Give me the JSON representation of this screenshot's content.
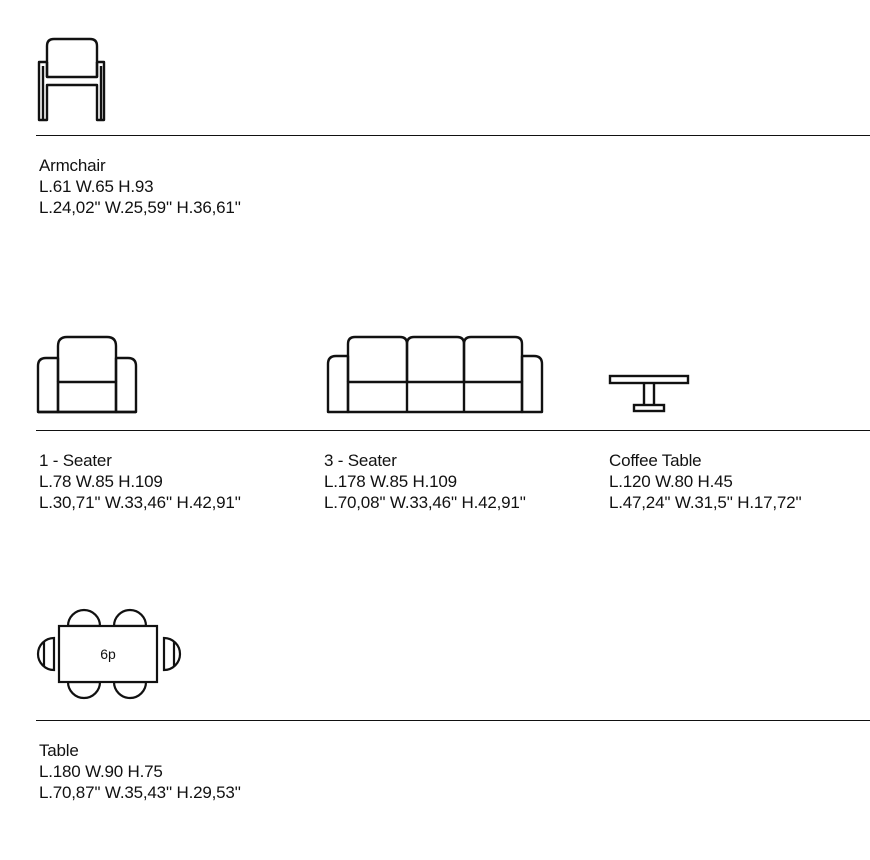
{
  "products": [
    {
      "id": "armchair",
      "icon": "armchair-icon",
      "name": "Armchair",
      "metric": "L.61 W.65 H.93",
      "imperial": "L.24,02'' W.25,59'' H.36,61''"
    },
    {
      "id": "one-seater",
      "icon": "one-seater-sofa-icon",
      "name": "1 - Seater",
      "metric": "L.78 W.85 H.109",
      "imperial": "L.30,71'' W.33,46'' H.42,91''"
    },
    {
      "id": "three-seater",
      "icon": "three-seater-sofa-icon",
      "name": "3 - Seater",
      "metric": "L.178 W.85 H.109",
      "imperial": "L.70,08'' W.33,46'' H.42,91''"
    },
    {
      "id": "coffee-table",
      "icon": "coffee-table-icon",
      "name": "Coffee Table",
      "metric": "L.120 W.80 H.45",
      "imperial": "L.47,24'' W.31,5'' H.17,72''"
    },
    {
      "id": "table",
      "icon": "dining-table-icon",
      "name": "Table",
      "seats_label": "6p",
      "metric": "L.180 W.90 H.75",
      "imperial": "L.70,87'' W.35,43'' H.29,53''"
    }
  ]
}
